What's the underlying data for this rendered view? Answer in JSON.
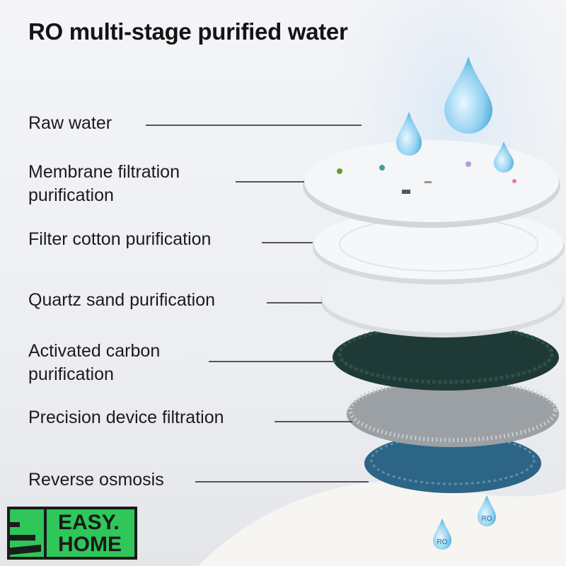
{
  "title": "RO multi-stage purified water",
  "labels": {
    "raw": "Raw water",
    "membrane1": "Membrane filtration",
    "membrane2": "purification",
    "cotton": "Filter cotton purification",
    "quartz": "Quartz sand purification",
    "carbon1": "Activated carbon",
    "carbon2": "purification",
    "precision": "Precision device filtration",
    "ro": "Reverse osmosis"
  },
  "logo": {
    "line1": "EASY.",
    "line2": "HOME"
  },
  "drops": {
    "ro_label": "RO"
  },
  "colors": {
    "logo_green": "#2fc65a",
    "carbon": "#1f3a36",
    "ro_mesh": "#2c6586"
  }
}
